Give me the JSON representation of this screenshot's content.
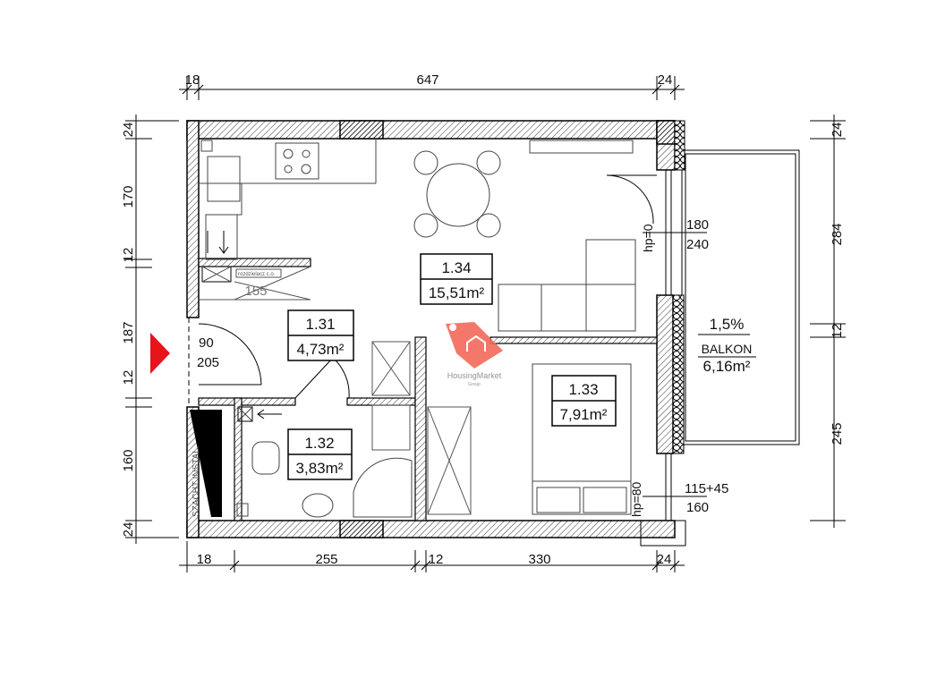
{
  "dimensions": {
    "top": [
      "18",
      "647",
      "24"
    ],
    "bottom": [
      "18",
      "255",
      "12",
      "330",
      "24"
    ],
    "left": [
      "24",
      "170",
      "12",
      "187",
      "12",
      "160",
      "24"
    ],
    "right": [
      "24",
      "284",
      "12",
      "245"
    ]
  },
  "rooms": [
    {
      "number": "1.34",
      "area": "15,51m²"
    },
    {
      "number": "1.31",
      "area": "4,73m²"
    },
    {
      "number": "1.32",
      "area": "3,83m²"
    },
    {
      "number": "1.33",
      "area": "7,91m²"
    }
  ],
  "balcony": {
    "slope": "1,5%",
    "name": "BALKON",
    "area": "6,16m²"
  },
  "openings": {
    "entry_door": [
      "90",
      "205"
    ],
    "balcony_door": [
      "180",
      "240"
    ],
    "balcony_door_hp": "hp=0",
    "bedroom_window": [
      "115+45",
      "160"
    ],
    "bedroom_window_hp": "hp=80"
  },
  "annotations": {
    "distributor": "rozdzielacz c.o.",
    "distributor_width": "155",
    "shaft": "SZACHT INSTAL."
  },
  "watermark": {
    "brand": "HousingMarket",
    "sub": "Group"
  },
  "colors": {
    "entry_marker": "#e8141b",
    "logo": "#f26a5a",
    "wall_hatch": "#333333"
  }
}
